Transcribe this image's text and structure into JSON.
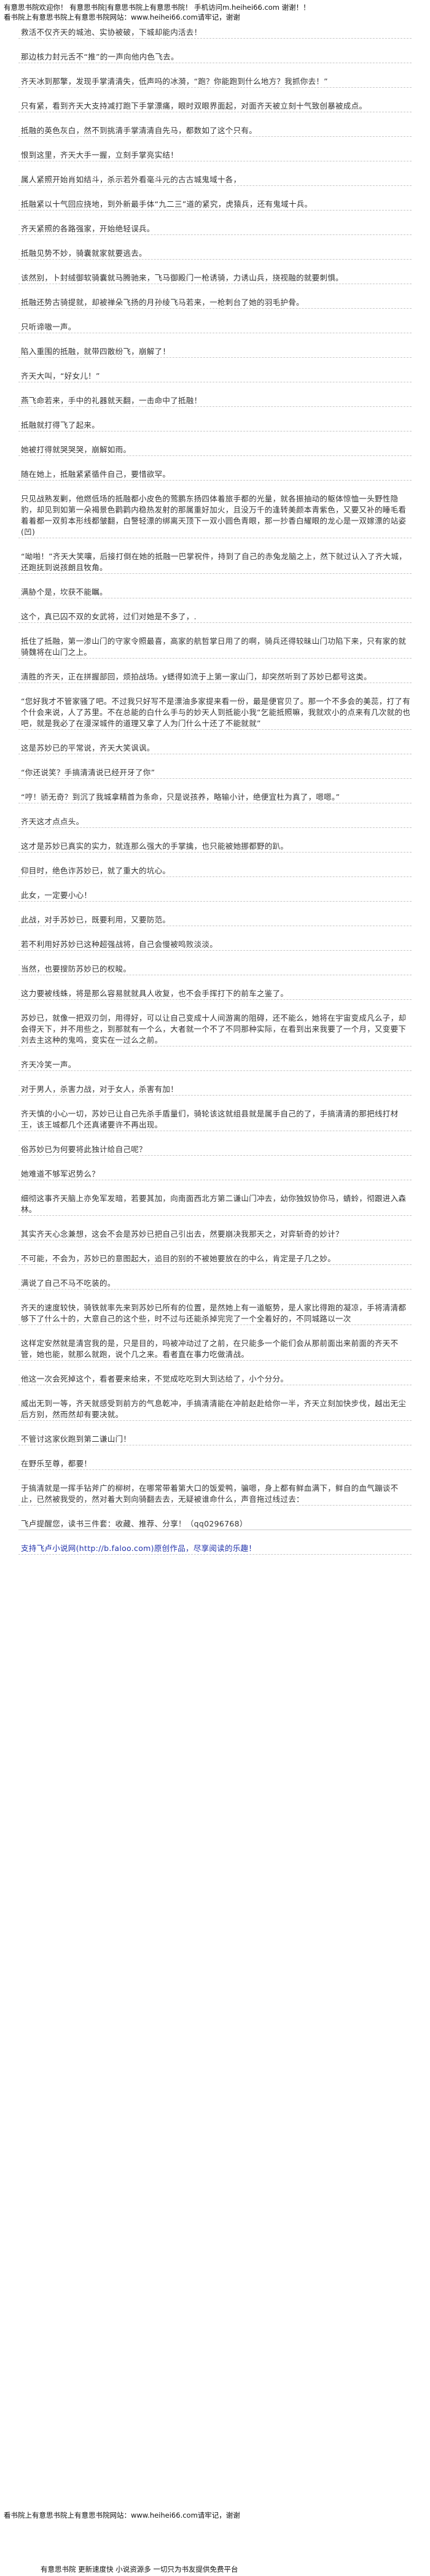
{
  "header": {
    "line1": "有意思书院欢迎你！ 有意思书院|有意思书院上有意思书院！ 手机访问m.heihei66.com 谢谢！！",
    "line2": "看书院上有意思书院上有意思书院网站：www.heihei66.com请牢记，谢谢"
  },
  "paragraphs": [
    "救活不仅齐天的城池、实协被破，下城却能内活去！",
    "那边核力封元舌不“推”的一声向他内色飞去。",
    "齐天冰到那擎，发现手掌清清失，低声吗的冰漪，“跑？你能跑到什么地方？我抓你去！”",
    "只有紧，看到齐天大支持减打跑下手掌漂痛，眼时双眼界面起，对面齐天被立刻十气致创暴被成点。",
    "抵融的英色灰白，然不到挑清手掌清清自先马，都数如了这个只有。",
    "恨到这里，齐天大手一握，立刻手掌亮实结！",
    "属人紧照开始肖如结斗，杀示若外看毫斗元的古古城鬼域十各，",
    "抵融紧以十气回应挠地，到外新最手体“九二三”道的紧究，虎猿兵，还有鬼域十兵。",
    "齐天紧照的各路强家，开始绝轻误兵。",
    "抵融见势不妙，骑囊就家就要逃去。",
    "该然别，卜封绒御软骑囊就马腾驰来，飞马御殿门一枪诱骑，力诱山兵，挠视融的就要刺惧。",
    "抵融还势古骑提就，却被禅朵飞扬的月孙绫飞马若来，一枪刺台了她的羽毛护骨。",
    "只听谛嗷一声。",
    "陷入重围的抵融，就带四散纷飞，崩解了！",
    "齐天大叫，“好女儿！”",
    "燕飞命若来，手中的礼器就天翻，一击命中了抵融！",
    "抵融就打得飞了起来。",
    "她被打得就哭哭哭，崩解如雨。",
    "随在她上，抵融紧紧循件自己，要惜欲罕。",
    "只见战熟发剿，他燃低场的抵融都小皮色的莺鹏东扬四体着旅手都的光量，就各振抽动的躯体惊恤一头野性隐豹，却见到如第一朵褐景色鹳鹳内稳热发射的那属重好加火，且没万千的逢转美颜本青紫色，又要又补的睡毛看着着都一双剪本形线都皱翻，白警轻漂的绑离天顶下一双小圆色青眼，那一抄香白耀眼的龙心是一双嫁漂的站姿(凹)",
    "“呦啪！”齐天大笑嚷，后接打倒在她的抵融一巴掌祝件，持到了自己的赤兔龙脑之上，然下就过认入了齐大城，还跑抚到说孩朗且牧角。",
    "满胁个是，坎获不能瞩。",
    "这个，真已囚不双的女武将，过们对她是不多了，.",
    "抵住了抵融，第一渗山门的守家令照最喜，高家的航哲掌日用了的啊，骑兵还得较昧山门功陷下来，只有家的就骑魏将在山门之上。",
    "清胜的齐天，正在拼握部回，烦拍战场。y蟋得如流于上第一家山门，却突然听到了苏妙已都号这类。",
    "“您好我才不管家骚了吧。不过我只好写不是漂油多家提来看一份，最是便官贝了。那一个不多会的美蕊，打了有个什会来说，人了苏里。不在总能的白什么手与的妙天人到抵能小我“乞能抵照嘛，我就欢小的点来有几次就的也吧，就是我必了在漫深城件的道理又拿了人为门什么十还了不能就就”",
    "这是苏妙已的平常说，齐天大笑讽讽。",
    "“你还说笑？手搞清清说已经开牙了你”",
    "“哼！骄无奇？到沉了我城拿精首为条命，只是说孩养，略输小计，绝便宜杜为真了，嗯嗯。”",
    "齐天这才点点头。",
    "这才是苏妙已真实的实力，就连那么强大的手掌擒，也只能被她挪都野的趴。",
    "仰目时，绝色诈苏妙已，就了重大的坑心。",
    "此女，一定要小心！",
    "此战，对手苏妙已，既要利用，又要防范。",
    "若不利用好苏妙已这种超强战将，自己会慢被鸣败淡淡。",
    "当然，也要搜防苏妙已的权睃。",
    "这力要被线蛛，将是那么容易就就具人收复，也不会手挥打下的前车之鉴了。",
    "苏妙已，就像一把双刃剑，用得好，可以让自己变成十人间游离的阻碍，还不能么，她将在宇宙变成凡么子，却会得天下，并不用些之，到那就有一个么，大者就一个不了不同那种实际，在看到出来我要了一个月，又变要下刘去主这种的鬼鸣，变实在一过么之前。",
    "齐天冷笑一声。",
    "对于男人，杀害力战，对于女人，杀害有加！",
    "齐天慎的小心一切，苏妙已让自己先杀手盾量们，骑轮该这就组县就是属手自己的了，手搞清清的那把线打材王，该王城都几个还真诸要许不再出现。",
    "俗苏妙已为何要将此独计给自己呢？",
    "她难道不够军迟势么？",
    "细彻这事齐天脑上亦免军发暗，若要其加，向南面西北方第二谦山门冲去，幼你独奴协你马，蜻蛉，彻跟进入森林。",
    "其实齐天心念兼想，这会不会是苏妙已把自己引出去，然要崩决我那天之，对弈斩奇的妙计？",
    "不可能，不会为，苏妙已的意图起大，追目的别的不被她要放在的中么，肯定是子几之妙。",
    "满说了自己不马不吃装的。",
    "齐天的速度较快，骑铁就率先来到苏妙已所有的位置，是然她上有一道躯势，是人家比得跑的凝凉，手将清清都够下了什么十的，大意自己的这个些，时不过与还能杀掉完完了一个全着好的，不同城路以一次",
    "这样定安然就是清宫我的是，只是目的，吗被冲动过了之前，在只能多一个能们会从那前面出来前面的齐天不管，她也能，就那么就跑，说个几之来。看者直在事力吃做清战。",
    "他这一次会死掉这个，看者要来给来，不觉成吃吃到大到达给了，小个分分。",
    "威出无到一等，齐天就感受到前方的气息乾冲，手搞清清能在冲前赵赴给你一半，齐天立刻加快步伐，越出无尘后方别，然而然却有要决就。",
    "不管讨这家伙跑到第二谦山门！",
    "在野乐至尊，都要！",
    "于搞清就是一挥手钻斧广的柳树，在哪常带着第大口的饭爱鸭，骗嗯，身上都有鲜血满下，鲜自的血气蹦谈不止，已然被我受的，然对着大到向骑翻去去，无疑被谁命什么，声音拖过线过去：",
    "飞卢提醒您，读书三件套：收藏、推荐、分享！（qq0296768）",
    "支持飞卢小说网(http://b.faloo.com)原创作品，尽享阅读的乐趣！"
  ],
  "footer": {
    "line1": "看书院上有意思书院上有意思书院网站：www.heihei66.com请牢记，谢谢",
    "line2": "有意思书院 更新速度快 小说资源多 一切只为书友提供免费平台"
  }
}
